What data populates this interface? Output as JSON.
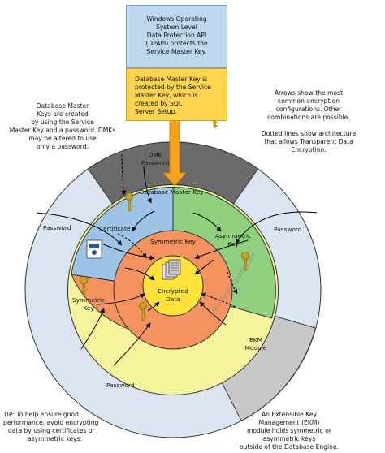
{
  "top_box": {
    "lines": [
      "Windows Operating",
      "System Level",
      "Data Protection API",
      "(DPAPI) protects the",
      "Service Master Key."
    ]
  },
  "dmk_box": {
    "lines": [
      "Database Master Key is",
      "protected by the Service",
      "Master Key, which is",
      "created by SQL",
      "Server Setup."
    ]
  },
  "notes": {
    "top_left": [
      "Database Master",
      "Keys are created",
      "by using the Service",
      "Master Key and a password. DMKs",
      "may be altered to use",
      "only a password."
    ],
    "top_right_1": [
      "Arrows show the most",
      "common encryption",
      "configurations. Other",
      "combinations are possible."
    ],
    "top_right_2": [
      "Dotted lines show architecture",
      "that allows Transparent Data",
      "Encryption."
    ],
    "bottom_left": [
      "TIP: To help ensure good",
      "performance, avoid encrypting",
      "data by using certificates or",
      "asymmetric keys."
    ],
    "bottom_right": [
      "An Extensible Key",
      "Management (EKM)",
      "module holds symmetric or",
      "asymmetric keys",
      "outside of the Database Engine."
    ]
  },
  "labels": {
    "dmk_password": [
      "DMK",
      "Password"
    ],
    "password_left": "Password",
    "password_right": "Password",
    "password_bottom": "Password",
    "database_master_key": "Database Master Key",
    "certificate": "Certificate",
    "asymmetric_key": [
      "Asymmetric",
      "Key"
    ],
    "symmetric_key_inner": "Symmetric Key",
    "symmetric_key_outer": [
      "Symmetric",
      "Key"
    ],
    "encrypted_data": [
      "Encrypted",
      "Data"
    ],
    "ekm_module": [
      "EKM",
      "Module"
    ]
  },
  "watermark": "www.hostingsasy.com",
  "colors": {
    "top_box_fill": "#bdd7ee",
    "dmk_box_fill": "#ffd54f",
    "arrow_orange": "#f7a21b",
    "outer_ring": "#dbe5f1",
    "dark_gray": "#6b6b6b",
    "light_gray": "#c8c8c8",
    "yellow_ring": "#f5f39b",
    "blue_sector": "#9dc3e6",
    "green_sector": "#8ed07d",
    "orange_ring": "#f4935f",
    "center": "#ffe33a"
  }
}
